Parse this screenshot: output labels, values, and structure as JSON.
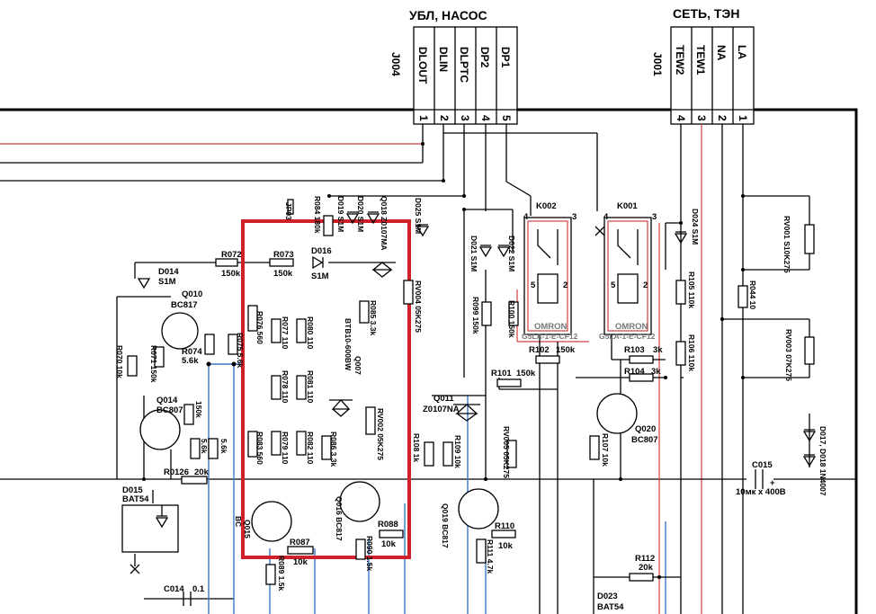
{
  "connectors": {
    "j004": {
      "group_title": "УБЛ, НАСОС",
      "ref": "J004",
      "pins": [
        "DLOUT",
        "DLIN",
        "DLPTC",
        "DP2",
        "DP1"
      ],
      "numbers": [
        "1",
        "2",
        "3",
        "4",
        "5"
      ]
    },
    "j001": {
      "group_title": "СЕТЬ, ТЭН",
      "ref": "J001",
      "pins": [
        "TEW2",
        "TEW1",
        "NA",
        "LA"
      ],
      "numbers": [
        "4",
        "3",
        "2",
        "1"
      ]
    }
  },
  "relays": {
    "k002": {
      "ref": "K002",
      "maker": "OMRON",
      "model": "G5LA-1-E-CF12",
      "pins": [
        "4",
        "3",
        "5",
        "2"
      ]
    },
    "k001": {
      "ref": "K001",
      "maker": "OMRON",
      "model": "G5LA-1-E-CF12",
      "pins": [
        "4",
        "3",
        "5",
        "2"
      ]
    }
  },
  "components": {
    "jp03": "JP03",
    "r084": "R084 180k",
    "d019": "D019 S1M",
    "d020": "D020 S1M",
    "q018": "Q018 Z0107MA",
    "d025": "D025 S1M",
    "d014": "D014",
    "d014_val": "S1M",
    "r072_ref": "R072",
    "r072_val": "150k",
    "r073_ref": "R073",
    "r073_val": "150k",
    "d016_ref": "D016",
    "d016_val": "S1M",
    "q010_ref": "Q010",
    "q010_val": "BC817",
    "r070": "R070 10k",
    "r071": "R071 150k",
    "r074_ref": "R074",
    "r074_val": "5.6k",
    "r075": "R075 5.6k",
    "r076": "R076 560",
    "r077": "R077 110",
    "r080": "R080 110",
    "r085": "R085 3.3k",
    "rv004": "RV004 05K275",
    "q007": "Q007",
    "bt": "BTB10-600BW",
    "r078": "R078 110",
    "r081": "R081 110",
    "q014_ref": "Q014",
    "q014_val": "BC807",
    "r150k": "150k",
    "r56k_a": "5.6k",
    "r56k_b": "5.6k",
    "r083": "R083 560",
    "r079": "R079 110",
    "r082": "R082 110",
    "r086": "R086 3.3k",
    "rv002": "RV002 05K275",
    "r0126_ref": "R0126",
    "r0126_val": "20k",
    "d015_ref": "D015",
    "d015_val": "BAT54",
    "q015": "Q015",
    "bc": "BC",
    "q016": "Q016 BC817",
    "r088_ref": "R088",
    "r088_val": "10k",
    "r087_ref": "R087",
    "r087_val": "10k",
    "r089": "R089 1.5k",
    "r090": "R090 1.5k",
    "c014_ref": "C014",
    "c014_val": "0.1",
    "d021": "D021 S1M",
    "d022": "D022 S1M",
    "r099": "R099 150k",
    "r100": "R100 150k",
    "r102_ref": "R102",
    "r102_val": "150k",
    "r101_ref": "R101",
    "r101_val": "150k",
    "q011_ref": "Q011",
    "q011_val": "Z0107NA",
    "r108": "R108 1k",
    "r109": "R109 10k",
    "rv005": "RV005 05K275",
    "q019": "Q019 BC817",
    "r110_ref": "R110",
    "r110_val": "10k",
    "r111": "R111 4.7k",
    "d024": "D024 S1M",
    "r105": "R105 110k",
    "r106": "R106 110k",
    "r103_ref": "R103",
    "r103_val": "3k",
    "r104_ref": "R104",
    "r104_val": "3k",
    "q020_ref": "Q020",
    "q020_val": "BC807",
    "r107": "R107 10k",
    "r112_ref": "R112",
    "r112_val": "20k",
    "d023_ref": "D023",
    "d023_val": "BAT54",
    "rv001": "RV001 S10K275",
    "r044": "R044 10",
    "rv003": "RV003 07K275",
    "d017": "D017, D018 1N4007",
    "c015_ref": "C015",
    "c015_val": "10мк x 400В",
    "plus": "+"
  }
}
